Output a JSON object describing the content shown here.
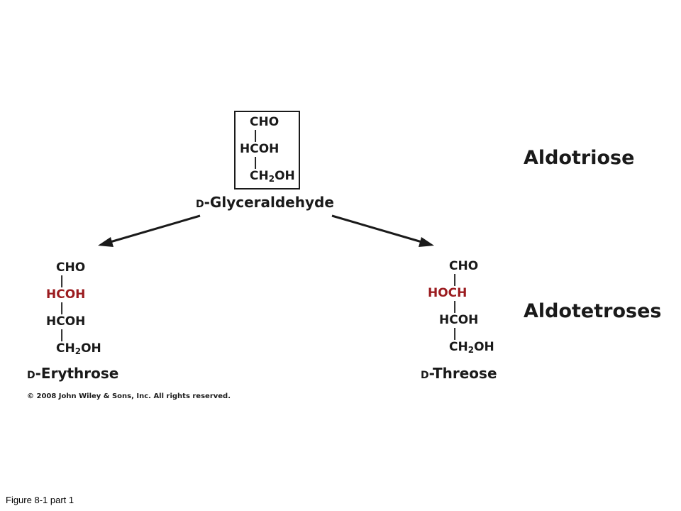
{
  "glyceraldehyde": {
    "rows": [
      "CHO",
      "|",
      "HCOH",
      "|",
      "CH",
      "2",
      "OH"
    ],
    "line1": "CHO",
    "line2": "HCOH",
    "line3_main": "CH",
    "line3_sub": "2",
    "line3_tail": "OH",
    "bond": "|",
    "prefix": "D",
    "name": "-Glyceraldehyde"
  },
  "erythrose": {
    "line1": "CHO",
    "line2": "HCOH",
    "line3": "HCOH",
    "line4_main": "CH",
    "line4_sub": "2",
    "line4_tail": "OH",
    "bond": "|",
    "prefix": "D",
    "name": "-Erythrose"
  },
  "threose": {
    "line1": "CHO",
    "line2": "HOCH",
    "line3": "HCOH",
    "line4_main": "CH",
    "line4_sub": "2",
    "line4_tail": "OH",
    "bond": "|",
    "prefix": "D",
    "name": "-Threose"
  },
  "categories": {
    "aldotriose": "Aldotriose",
    "aldotetroses": "Aldotetroses"
  },
  "copyright": "© 2008 John Wiley & Sons, Inc. All rights reserved.",
  "caption": "Figure 8-1 part 1",
  "colors": {
    "text": "#1a1a1a",
    "highlight": "#9b1b1f"
  }
}
